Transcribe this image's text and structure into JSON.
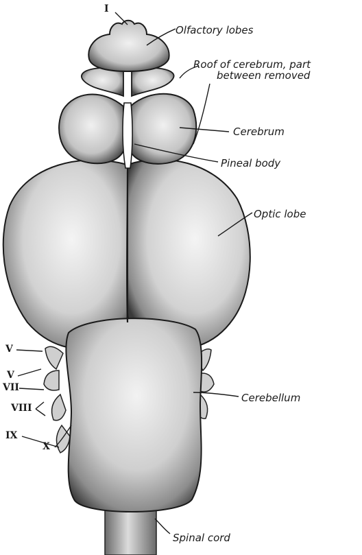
{
  "labels": {
    "olfactory": "Olfactory lobes",
    "roof_line1": "Roof of cerebrum, part",
    "roof_line2": "between removed",
    "cerebrum": "Cerebrum",
    "pineal": "Pineal body",
    "optic": "Optic lobe",
    "cerebellum": "Cerebellum",
    "spinal": "Spinal cord"
  },
  "nerves": {
    "n1": "I",
    "n5a": "V",
    "n5b": "V",
    "n7": "VII",
    "n8": "VIII",
    "n9": "IX",
    "n10": "X"
  },
  "colors": {
    "ink": "#1a1a1a",
    "paper": "#ffffff"
  }
}
